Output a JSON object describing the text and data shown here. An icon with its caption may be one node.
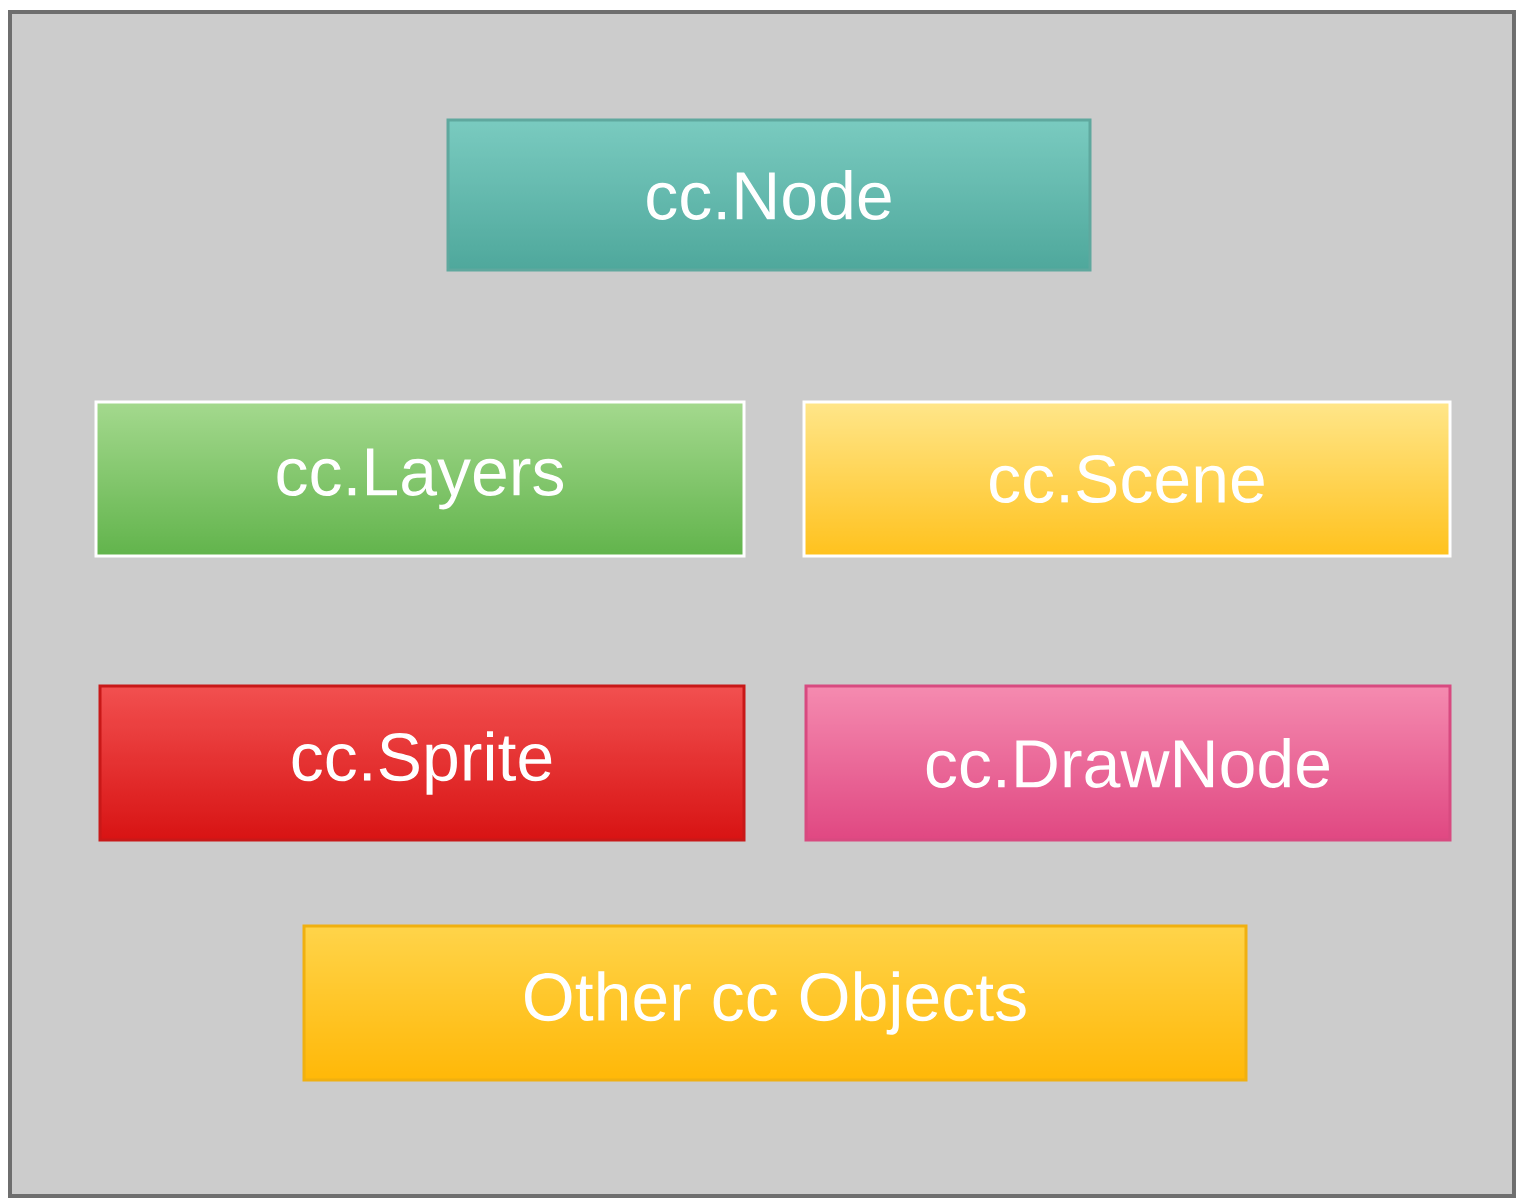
{
  "diagram": {
    "nodes": [
      {
        "text": [
          "cc.Node"
        ]
      },
      {
        "text": [
          "cc.Layers"
        ]
      },
      {
        "text": [
          "cc.Scene"
        ]
      },
      {
        "text": [
          "cc.Sprite"
        ]
      },
      {
        "text": [
          "cc.DrawNode"
        ]
      },
      {
        "text": [
          "Other cc Objects"
        ]
      }
    ]
  }
}
